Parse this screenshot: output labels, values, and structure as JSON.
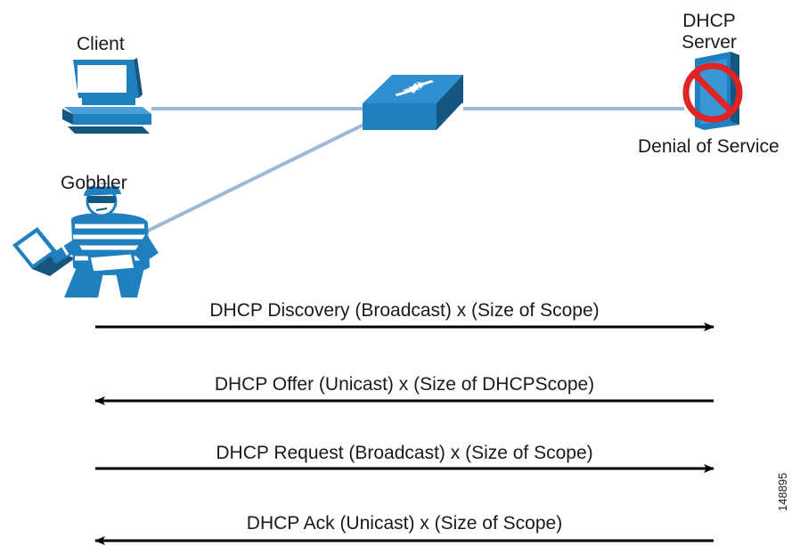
{
  "nodes": {
    "client_label": "Client",
    "server_label_line1": "DHCP",
    "server_label_line2": "Server",
    "server_status": "Denial of Service",
    "attacker_label": "Gobbler"
  },
  "messages": [
    {
      "label": "DHCP Discovery (Broadcast) x (Size of Scope)",
      "direction": "right"
    },
    {
      "label": "DHCP Offer (Unicast) x (Size of DHCPScope)",
      "direction": "left"
    },
    {
      "label": "DHCP Request (Broadcast) x (Size of Scope)",
      "direction": "right"
    },
    {
      "label": "DHCP Ack (Unicast) x (Size of Scope)",
      "direction": "left"
    }
  ],
  "figure_id": "148895",
  "colors": {
    "device_blue": "#1f7fbf",
    "device_dark": "#13577f",
    "link": "#9db8d8",
    "deny_red": "#e02424"
  }
}
